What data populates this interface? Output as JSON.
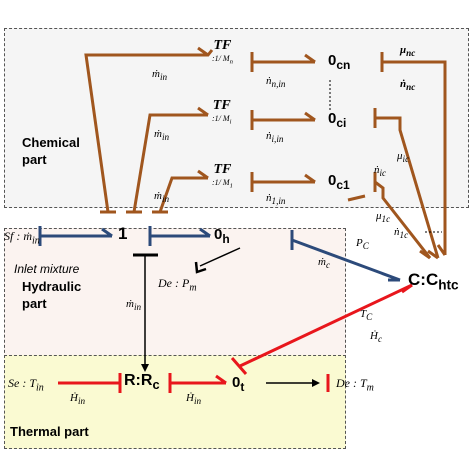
{
  "regions": {
    "chemical": "Chemical\npart",
    "hydraulic": "Hydraulic\npart",
    "thermal": "Thermal part",
    "inlet_mixture": "Inlet mixture"
  },
  "nodes": {
    "zero_cn": "0",
    "zero_cn_sub": "cn",
    "zero_ci": "0",
    "zero_ci_sub": "ci",
    "zero_c1": "0",
    "zero_c1_sub": "c1",
    "one": "1",
    "zero_h": "0",
    "zero_h_sub": "h",
    "c_c": "C:C",
    "c_c_sub": "htc",
    "r_rc": "R:R",
    "r_rc_sub": "c",
    "zero_t": "0",
    "zero_t_sub": "t"
  },
  "transformers": {
    "tf_n": {
      "label": "TF",
      "ratio": ":1/ M"
    },
    "tf_i": {
      "label": "TF",
      "ratio": ":1/ M"
    },
    "tf_1": {
      "label": "TF",
      "ratio": ":1/ M"
    }
  },
  "sources": {
    "sf": "Sf : ṁ",
    "sf_sub": "in",
    "se": "Se : T",
    "se_sub": "in",
    "de_p": "De : P",
    "de_p_sub": "m",
    "de_t": "De : T",
    "de_t_sub": "m"
  },
  "bond_labels": {
    "m_in_n": "ṁ",
    "m_in_i": "ṁ",
    "m_in_1": "ṁ",
    "m_in_v": "ṁ",
    "n_n_in": "ṅ",
    "n_i_in": "ṅ",
    "n_1_in": "ṅ",
    "mu_nc": "μ",
    "n_nc": "ṅ",
    "mu_ic": "μ",
    "n_ic": "ṅ",
    "mu_1c": "μ",
    "n_1c": "ṅ",
    "p_c": "P",
    "m_c": "ṁ",
    "t_c": "T",
    "h_c": "Ḣ",
    "h_in_1": "Ḣ",
    "h_in_2": "Ḣ"
  },
  "colors": {
    "chemical_bond": "#a0561e",
    "hydraulic_bond": "#2c4a7a",
    "thermal_bond": "#e8161c",
    "signal": "#000000"
  }
}
